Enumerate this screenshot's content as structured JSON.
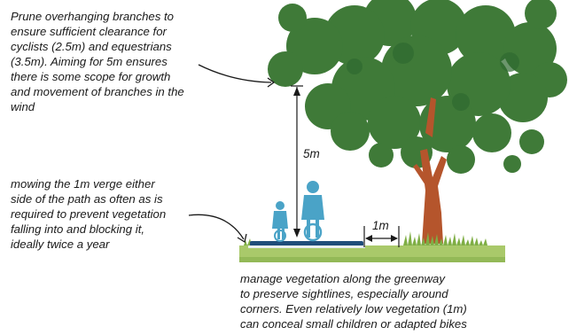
{
  "annotations": {
    "pruning": "Prune overhanging branches to\nensure sufficient clearance for\ncyclists (2.5m) and equestrians\n(3.5m).  Aiming for 5m ensures\nthere is some scope for growth\nand movement of branches in the\nwind",
    "mowing": "mowing the 1m verge either\nside of the path as often as is\nrequired to prevent vegetation\nfalling into and blocking it,\nideally twice a year",
    "sightlines": "manage vegetation along the greenway\nto preserve sightlines, especially around\ncorners. Even relatively low vegetation (1m)\ncan conceal small children or adapted bikes"
  },
  "dimensions": {
    "clearance": "5m",
    "verge": "1m"
  },
  "colors": {
    "foliage": "#3f7a38",
    "trunk": "#b5552c",
    "grass": "#93b957",
    "path": "#1f4d7a",
    "figures": "#4aa3c7"
  }
}
